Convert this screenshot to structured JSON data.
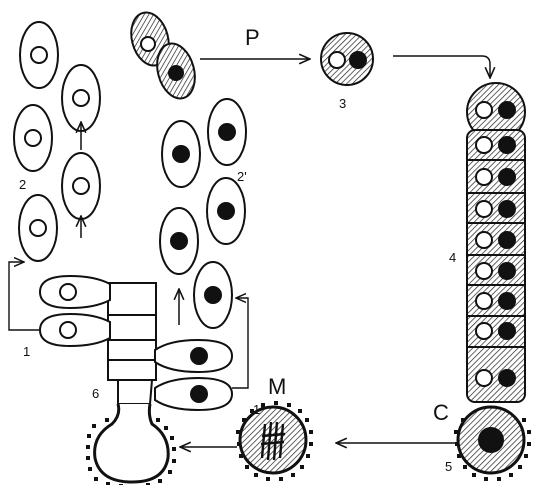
{
  "labels": {
    "stage_1": "1",
    "stage_1_prime": "1'",
    "stage_2": "2",
    "stage_2_prime": "2'",
    "stage_3": "3",
    "stage_4": "4",
    "stage_5": "5",
    "stage_6": "6",
    "letter_P": "P",
    "letter_M": "M",
    "letter_C": "C"
  },
  "colors": {
    "line": "#111111",
    "fill": "#ffffff",
    "hatch": "#222222",
    "dot": "#111111"
  }
}
